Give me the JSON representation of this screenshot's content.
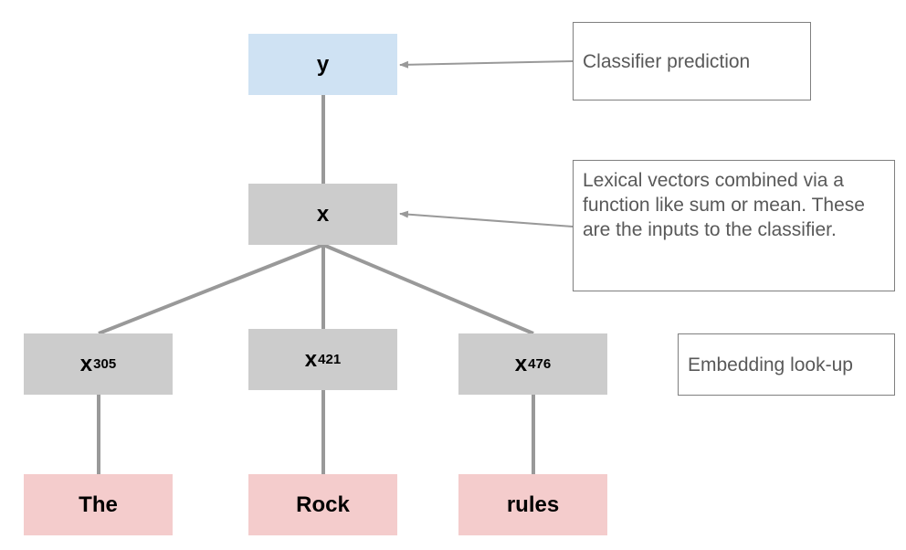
{
  "nodes": {
    "y": {
      "label": "y",
      "sub": ""
    },
    "x": {
      "label": "x",
      "sub": ""
    },
    "x305": {
      "label": "x",
      "sub": "305"
    },
    "x421": {
      "label": "x",
      "sub": "421"
    },
    "x476": {
      "label": "x",
      "sub": "476"
    },
    "the": {
      "label": "The"
    },
    "rock": {
      "label": "Rock"
    },
    "rules": {
      "label": "rules"
    }
  },
  "annotations": {
    "classifier_prediction": "Classifier prediction",
    "lexical_vectors": "Lexical vectors combined via a function like sum or mean. These are the inputs to the classifier.",
    "embedding_lookup": "Embedding look-up"
  },
  "colors": {
    "output_node": "#cfe2f3",
    "hidden_node": "#cccccc",
    "word_node": "#f4cccc",
    "connector": "#999999",
    "note_border": "#7f7f7f",
    "note_text": "#595959"
  }
}
